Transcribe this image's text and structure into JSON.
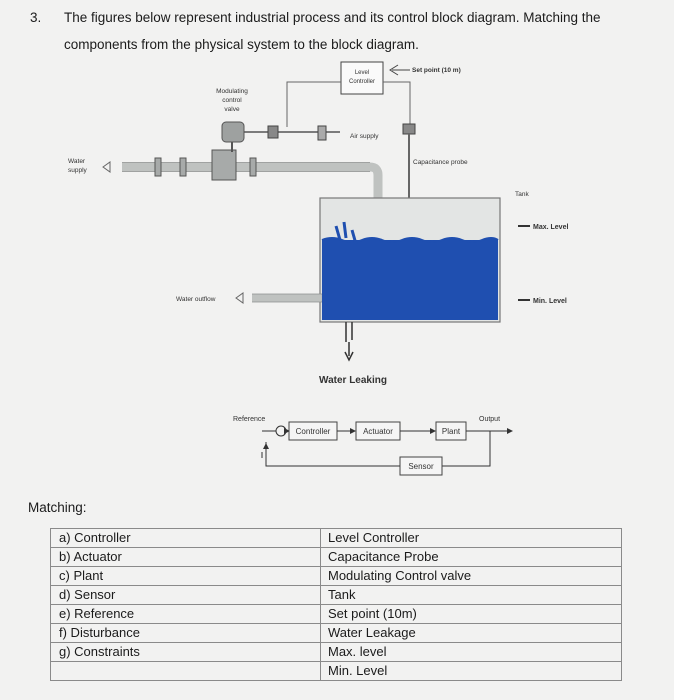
{
  "question": {
    "number": "3.",
    "text": "The figures below represent industrial process and its control block diagram. Matching the components from the physical system to the block diagram."
  },
  "process_diagram": {
    "level_controller_line1": "Level",
    "level_controller_line2": "Controller",
    "set_point": "Set point (10 m)",
    "valve_label_line1": "Modulating",
    "valve_label_line2": "control",
    "valve_label_line3": "valve",
    "air_supply": "Air supply",
    "water_supply_line1": "Water",
    "water_supply_line2": "supply",
    "capacitance_probe": "Capacitance probe",
    "tank": "Tank",
    "max_level": "Max. Level",
    "min_level": "Min. Level",
    "water_outflow": "Water outflow",
    "water_leaking": "Water Leaking"
  },
  "block_diagram": {
    "reference": "Reference",
    "controller": "Controller",
    "actuator": "Actuator",
    "plant": "Plant",
    "output": "Output",
    "sensor": "Sensor"
  },
  "matching": {
    "title": "Matching:",
    "rows": [
      {
        "left": "a)  Controller",
        "right": "Level Controller"
      },
      {
        "left": "b)  Actuator",
        "right": "Capacitance Probe"
      },
      {
        "left": "c)  Plant",
        "right": "Modulating Control valve"
      },
      {
        "left": "d)  Sensor",
        "right": "Tank"
      },
      {
        "left": "e)  Reference",
        "right": "Set point (10m)"
      },
      {
        "left": "f)   Disturbance",
        "right": "Water Leakage"
      },
      {
        "left": "g)  Constraints",
        "right": "Max. level"
      },
      {
        "left": "",
        "right": "Min. Level"
      }
    ]
  },
  "colors": {
    "water": "#1f4fb0",
    "tank_fill": "#e3e5e4",
    "pipe": "#bfc2c0"
  }
}
